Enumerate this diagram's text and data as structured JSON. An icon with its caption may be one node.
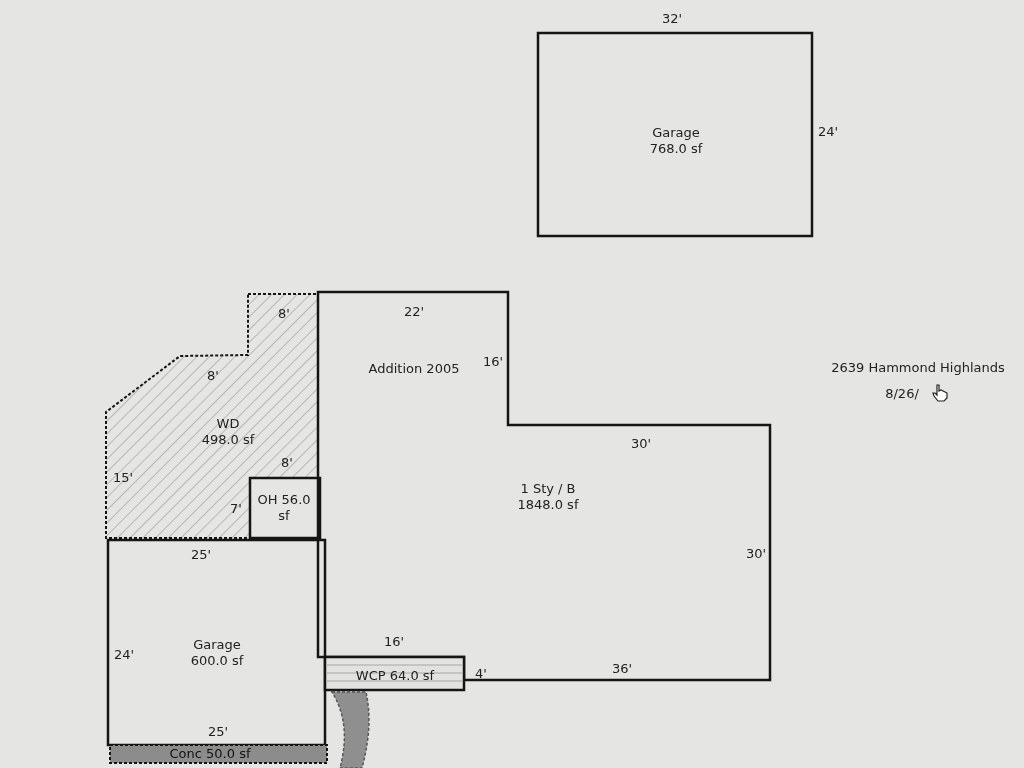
{
  "diagram": {
    "nodes": [
      {
        "text": [
          "Garage 768.0 sf"
        ]
      },
      {
        "text": [
          "WD 498.0 sf"
        ]
      },
      {
        "text": [
          "OH 56.0 sf"
        ]
      },
      {
        "text": [
          "Addition 2005",
          "1 Sty / B 1848.0 sf"
        ]
      },
      {
        "text": [
          "Garage 600.0 sf"
        ]
      },
      {
        "text": [
          "WCP 64.0 sf"
        ]
      },
      {
        "text": [
          "Conc 50.0 sf"
        ]
      }
    ],
    "labels": [
      "32'",
      "24'",
      "8'",
      "22'",
      "16'",
      "2639 Hammond Highlands",
      "8/26/",
      "8'",
      "30'",
      "8'",
      "15'",
      "7'",
      "25'",
      "30'",
      "16'",
      "24'",
      "4'",
      "36'",
      "25'"
    ]
  }
}
